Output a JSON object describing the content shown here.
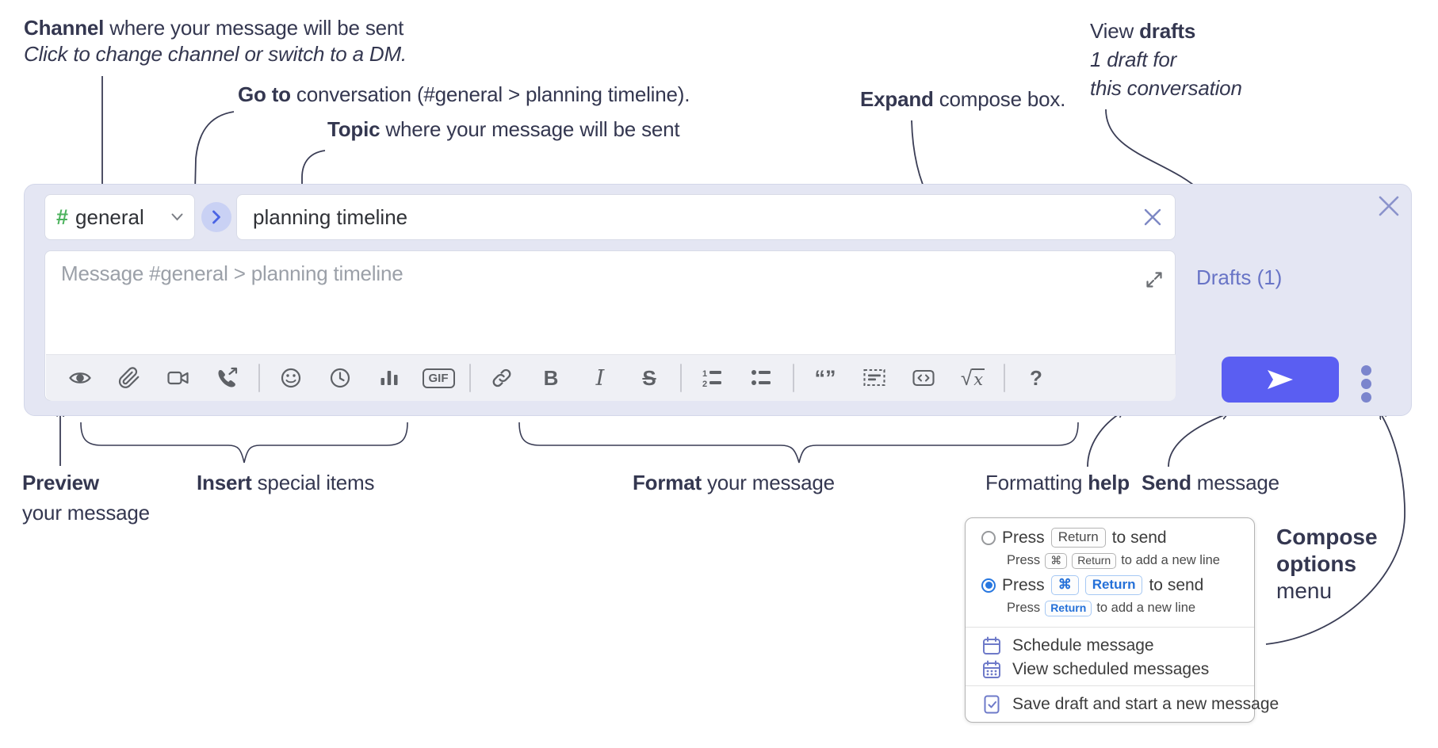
{
  "annotations": {
    "channel_bold": "Channel",
    "channel_rest": " where your message will be sent",
    "channel_italic": "Click to change channel or switch to a DM.",
    "goto_bold": "Go to",
    "goto_rest": " conversation (#general > planning timeline).",
    "topic_bold": "Topic",
    "topic_rest": " where your message will be sent",
    "expand_bold": "Expand",
    "expand_rest": " compose box.",
    "drafts_line1_pre": "View ",
    "drafts_line1_bold": "drafts",
    "drafts_line2": "1 draft for",
    "drafts_line3": "this conversation",
    "preview_bold": "Preview",
    "preview_line2": "your message",
    "insert_bold": "Insert",
    "insert_rest": " special items",
    "format_bold": "Format",
    "format_rest": " your message",
    "help_pre": "Formatting ",
    "help_bold": "help",
    "send_bold": "Send",
    "send_rest": " message",
    "options_line1": "Compose",
    "options_line2": "options",
    "options_line3": "menu"
  },
  "compose": {
    "channel_hash": "#",
    "channel_name": "general",
    "topic_value": "planning timeline",
    "message_placeholder": "Message #general > planning timeline",
    "drafts_link": "Drafts (1)",
    "gif_label": "GIF",
    "bold_label": "B",
    "italic_label": "I",
    "strike_label": "S",
    "quote_label": "“”",
    "math_root": "√",
    "math_var": "x",
    "help_label": "?"
  },
  "menu": {
    "opt1_press": "Press",
    "opt1_key": "Return",
    "opt1_suffix": "to send",
    "opt1_sub_press": "Press",
    "opt1_sub_key1": "⌘",
    "opt1_sub_key2": "Return",
    "opt1_sub_suffix": "to add a new line",
    "opt2_press": "Press",
    "opt2_key1": "⌘",
    "opt2_key2": "Return",
    "opt2_suffix": "to send",
    "opt2_sub_press": "Press",
    "opt2_sub_key": "Return",
    "opt2_sub_suffix": "to add a new line",
    "item_schedule": "Schedule message",
    "item_view_scheduled": "View scheduled messages",
    "item_save_draft": "Save draft and start a new message"
  },
  "colors": {
    "accent": "#5a5ef2",
    "periwinkle": "#6e7ac9",
    "link_blue": "#2a74dd",
    "hash_green": "#4db35e",
    "annotation_ink": "#343750",
    "compose_bg": "#e4e6f3"
  }
}
